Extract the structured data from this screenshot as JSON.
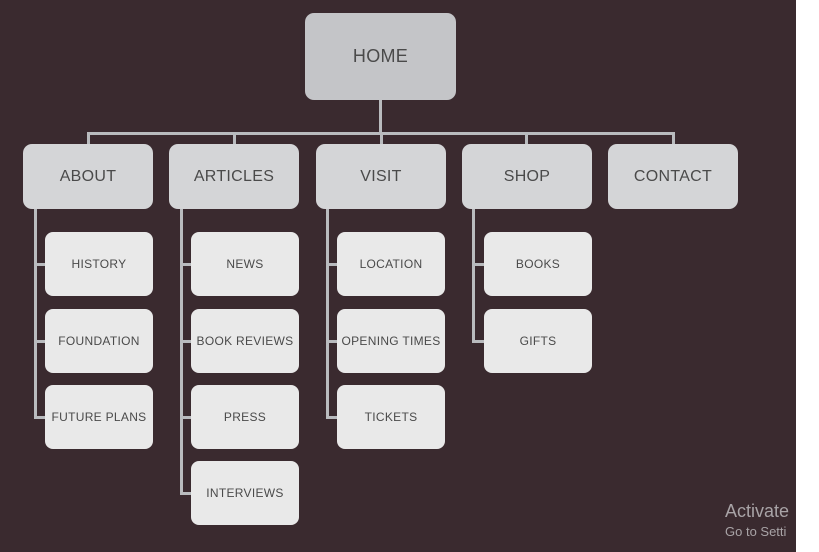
{
  "sitemap": {
    "home": "HOME",
    "sections": [
      {
        "label": "ABOUT",
        "children": [
          "HISTORY",
          "FOUNDATION",
          "FUTURE PLANS"
        ]
      },
      {
        "label": "ARTICLES",
        "children": [
          "NEWS",
          "BOOK REVIEWS",
          "PRESS",
          "INTERVIEWS"
        ]
      },
      {
        "label": "VISIT",
        "children": [
          "LOCATION",
          "OPENING TIMES",
          "TICKETS"
        ]
      },
      {
        "label": "SHOP",
        "children": [
          "BOOKS",
          "GIFTS"
        ]
      },
      {
        "label": "CONTACT",
        "children": []
      }
    ]
  },
  "watermark": {
    "line1": "Activate",
    "line2": "Go to Setti"
  },
  "colors": {
    "background": "#3a2a2f",
    "connector": "#b9bbbe",
    "root_box": "#c4c5c8",
    "section_box": "#d4d5d7",
    "page_box": "#e9e9e9",
    "text": "#4a4a4a"
  }
}
